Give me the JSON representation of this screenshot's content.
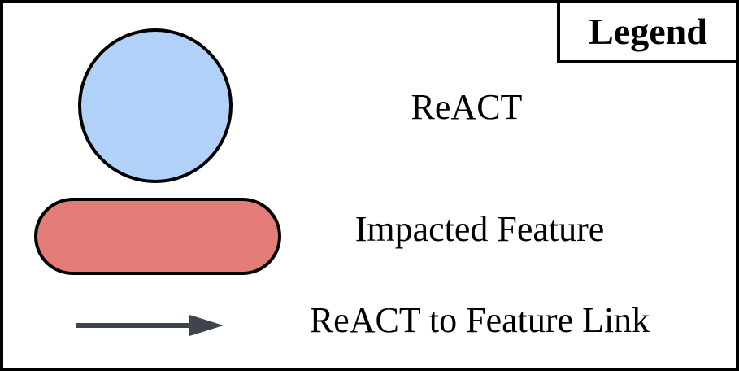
{
  "legend": {
    "title": "Legend",
    "items": [
      {
        "symbol": "circle-node-icon",
        "label": "ReACT",
        "fill": "#b1d1f8",
        "stroke": "#000000"
      },
      {
        "symbol": "rounded-pill-icon",
        "label": "Impacted Feature",
        "fill": "#e37c77",
        "stroke": "#000000"
      },
      {
        "symbol": "right-arrow-icon",
        "label": "ReACT to Feature Link",
        "color": "#3e4450"
      }
    ]
  }
}
